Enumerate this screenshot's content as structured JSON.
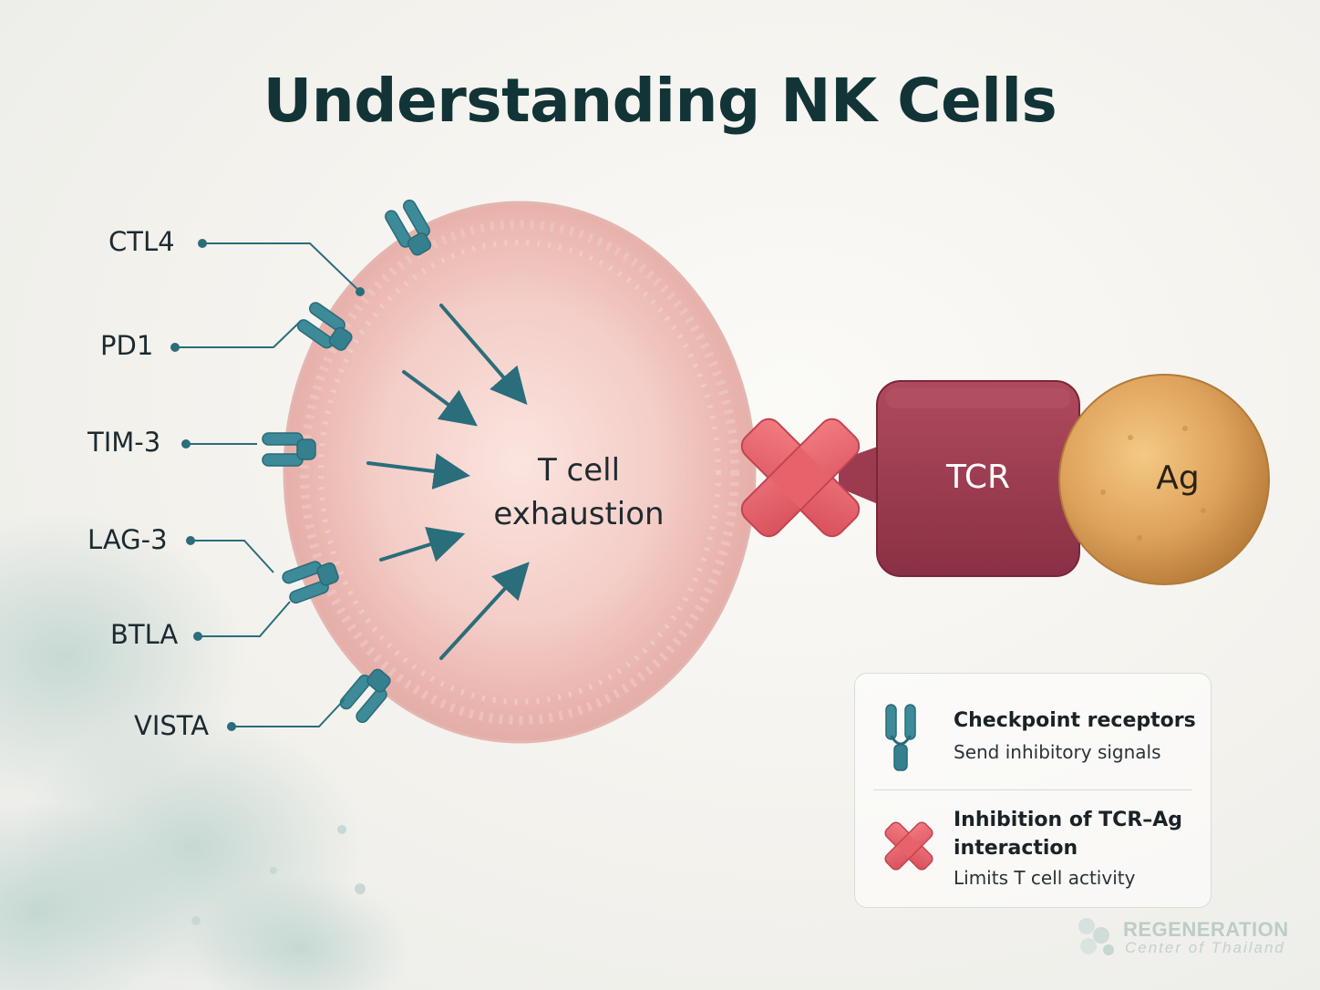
{
  "title": "Understanding NK Cells",
  "receptors": [
    {
      "label": "CTL4"
    },
    {
      "label": "PD1"
    },
    {
      "label": "TIM-3"
    },
    {
      "label": "LAG-3"
    },
    {
      "label": "BTLA"
    },
    {
      "label": "VISTA"
    }
  ],
  "cell": {
    "line1": "T cell",
    "line2": "exhaustion"
  },
  "tcr_label": "TCR",
  "ag_label": "Ag",
  "legend": {
    "checkpoint_title": "Checkpoint receptors",
    "checkpoint_desc": "Send inhibitory signals",
    "inhibition_title_1": "Inhibition of TCR–Ag",
    "inhibition_title_2": "interaction",
    "inhibition_desc": "Limits T cell activity"
  },
  "logo": {
    "name": "REGENERATION",
    "subtitle": "Center of Thailand"
  },
  "colors": {
    "title": "#123437",
    "receptor": "#3d8a99",
    "arrow": "#2a6d7b",
    "cell": "#f2c7c2",
    "tcr": "#9c3b4f",
    "antigen": "#dfa863",
    "inhibition_x": "#e6626a"
  }
}
